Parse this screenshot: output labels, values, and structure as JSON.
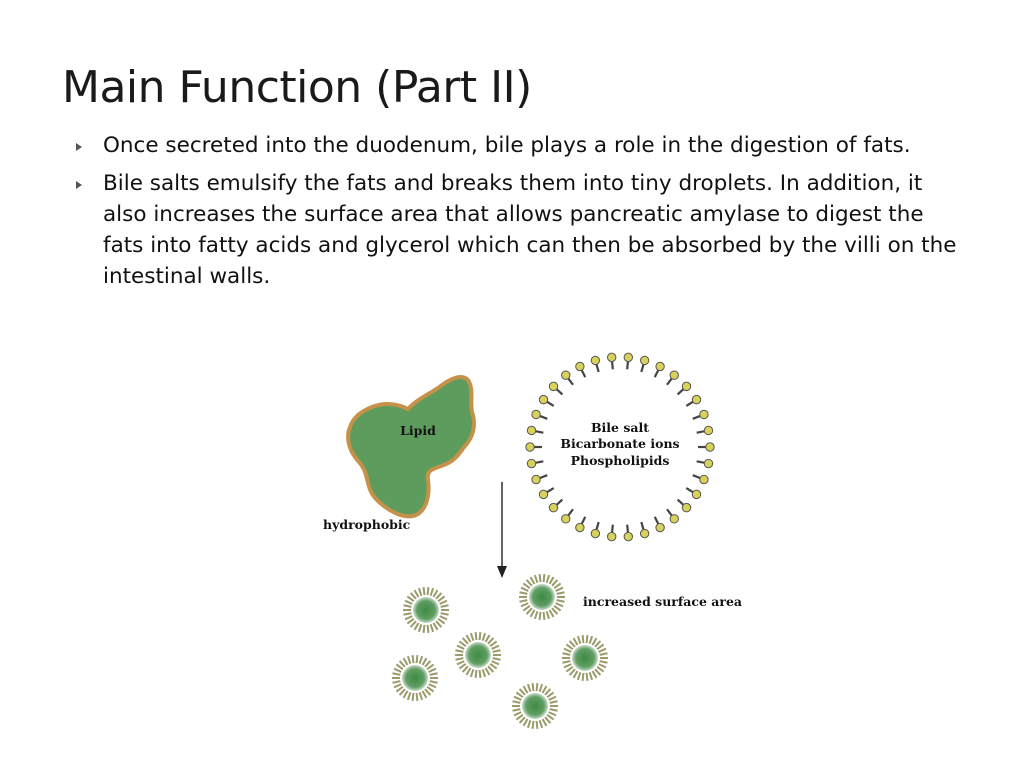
{
  "slide": {
    "title": "Main Function (Part II)",
    "bullets": [
      "Once secreted into the duodenum, bile plays a role in the digestion of fats.",
      "Bile salts emulsify the fats and breaks them into tiny droplets.  In addition, it also increases the surface area  that allows pancreatic amylase to digest the fats into fatty acids and glycerol which can then be absorbed by the villi on the intestinal walls."
    ]
  },
  "diagram": {
    "lipid_label": "Lipid",
    "hydrophobic_label": "hydrophobic",
    "micelle_labels": [
      "Bile salt",
      "Bicarbonate ions",
      "Phospholipids"
    ],
    "droplets_label": "increased surface area",
    "colors": {
      "lipid_fill": "#5e9c5e",
      "lipid_outline": "#c6924a",
      "head_fill": "#d8d15a",
      "head_stroke": "#555555",
      "droplet_core": "#4c8c4c",
      "droplet_spike": "#9a9a6a"
    }
  }
}
